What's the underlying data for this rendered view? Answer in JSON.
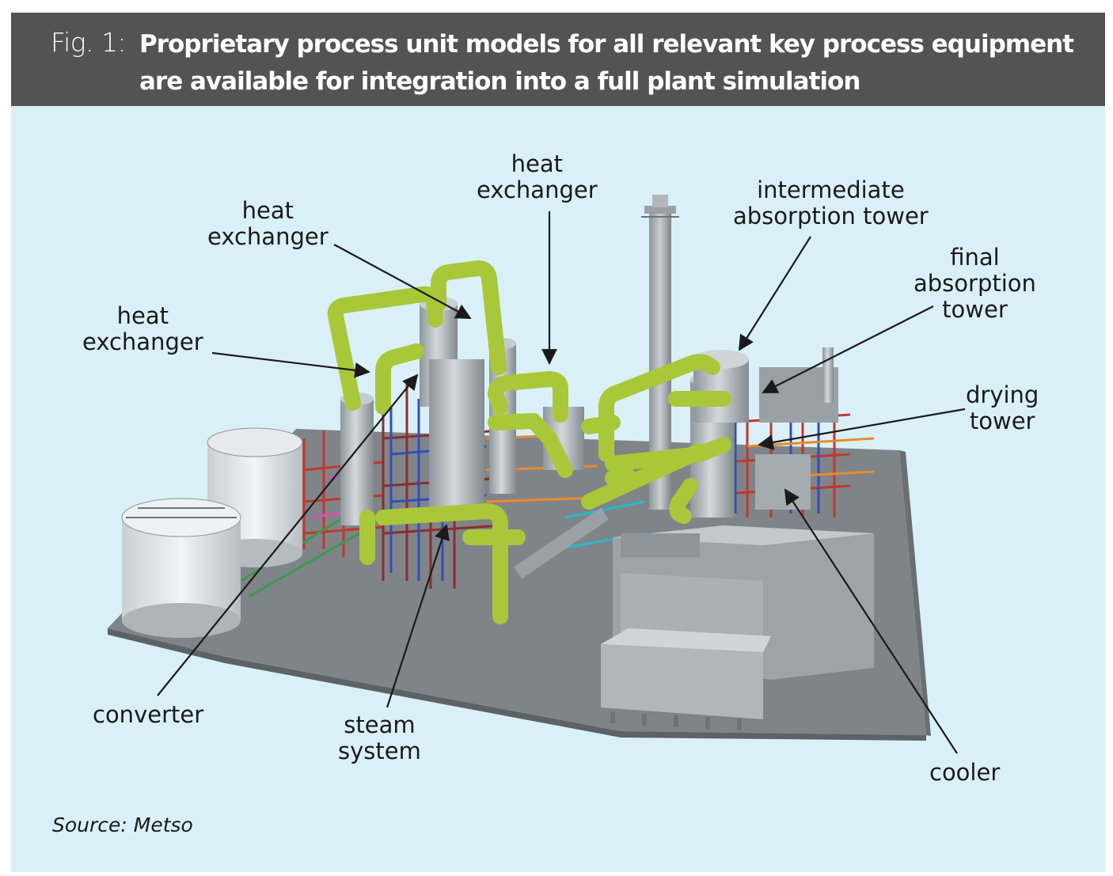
{
  "figure": {
    "label": "Fig. 1:",
    "title": "Proprietary process unit models for all relevant key process equipment are available for integration into a full plant simulation",
    "source": "Source: Metso"
  },
  "labels": {
    "heat_exchanger_left": [
      "heat",
      "exchanger"
    ],
    "heat_exchanger_mid": [
      "heat",
      "exchanger"
    ],
    "heat_exchanger_top": [
      "heat",
      "exchanger"
    ],
    "intermediate_absorption_tower": [
      "intermediate",
      "absorption tower"
    ],
    "final_absorption_tower": [
      "final",
      "absorption",
      "tower"
    ],
    "drying_tower": [
      "drying",
      "tower"
    ],
    "converter": [
      "converter"
    ],
    "steam_system": [
      "steam",
      "system"
    ],
    "cooler": [
      "cooler"
    ]
  },
  "colors": {
    "header_bg": "#535353",
    "panel_bg": "#daf0f9",
    "pipe_green": "#a8c83a",
    "floor_gray": "#7f8488"
  }
}
